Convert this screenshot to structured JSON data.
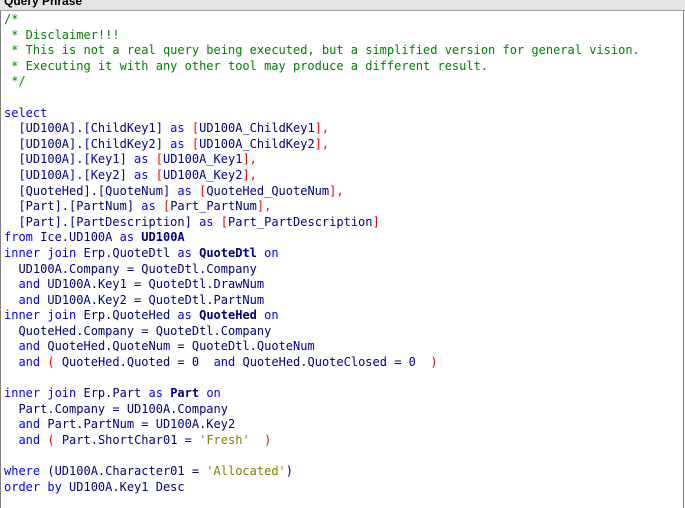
{
  "window": {
    "title": "Query Phrase"
  },
  "editor": {
    "lines": [
      [
        {
          "text": "/*",
          "type": "comment"
        }
      ],
      [
        {
          "text": " * Disclaimer!!!",
          "type": "comment"
        }
      ],
      [
        {
          "text": " * This is not a real query being executed, but a simplified version for general vision.",
          "type": "comment"
        }
      ],
      [
        {
          "text": " * Executing it with any other tool may produce a different result.",
          "type": "comment"
        }
      ],
      [
        {
          "text": " */",
          "type": "comment"
        }
      ],
      [],
      [
        {
          "text": "select",
          "type": "keyword"
        }
      ],
      [
        {
          "text": "  [UD100A].[ChildKey1] ",
          "type": "ident"
        },
        {
          "text": "as",
          "type": "keyword"
        },
        {
          "text": " ",
          "type": "plain"
        },
        {
          "text": "[",
          "type": "bracket"
        },
        {
          "text": "UD100A_ChildKey1",
          "type": "ident"
        },
        {
          "text": "],",
          "type": "bracket"
        }
      ],
      [
        {
          "text": "  [UD100A].[ChildKey2] ",
          "type": "ident"
        },
        {
          "text": "as",
          "type": "keyword"
        },
        {
          "text": " ",
          "type": "plain"
        },
        {
          "text": "[",
          "type": "bracket"
        },
        {
          "text": "UD100A_ChildKey2",
          "type": "ident"
        },
        {
          "text": "],",
          "type": "bracket"
        }
      ],
      [
        {
          "text": "  [UD100A].[Key1] ",
          "type": "ident"
        },
        {
          "text": "as",
          "type": "keyword"
        },
        {
          "text": " ",
          "type": "plain"
        },
        {
          "text": "[",
          "type": "bracket"
        },
        {
          "text": "UD100A_Key1",
          "type": "ident"
        },
        {
          "text": "],",
          "type": "bracket"
        }
      ],
      [
        {
          "text": "  [UD100A].[Key2] ",
          "type": "ident"
        },
        {
          "text": "as",
          "type": "keyword"
        },
        {
          "text": " ",
          "type": "plain"
        },
        {
          "text": "[",
          "type": "bracket"
        },
        {
          "text": "UD100A_Key2",
          "type": "ident"
        },
        {
          "text": "],",
          "type": "bracket"
        }
      ],
      [
        {
          "text": "  [QuoteHed].[QuoteNum] ",
          "type": "ident"
        },
        {
          "text": "as",
          "type": "keyword"
        },
        {
          "text": " ",
          "type": "plain"
        },
        {
          "text": "[",
          "type": "bracket"
        },
        {
          "text": "QuoteHed_QuoteNum",
          "type": "ident"
        },
        {
          "text": "],",
          "type": "bracket"
        }
      ],
      [
        {
          "text": "  [Part].[PartNum] ",
          "type": "ident"
        },
        {
          "text": "as",
          "type": "keyword"
        },
        {
          "text": " ",
          "type": "plain"
        },
        {
          "text": "[",
          "type": "bracket"
        },
        {
          "text": "Part_PartNum",
          "type": "ident"
        },
        {
          "text": "],",
          "type": "bracket"
        }
      ],
      [
        {
          "text": "  [Part].[PartDescription] ",
          "type": "ident"
        },
        {
          "text": "as",
          "type": "keyword"
        },
        {
          "text": " ",
          "type": "plain"
        },
        {
          "text": "[",
          "type": "bracket"
        },
        {
          "text": "Part_PartDescription",
          "type": "ident"
        },
        {
          "text": "]",
          "type": "bracket"
        }
      ],
      [
        {
          "text": "from",
          "type": "keyword"
        },
        {
          "text": " Ice.UD100A ",
          "type": "ident"
        },
        {
          "text": "as",
          "type": "keyword"
        },
        {
          "text": " ",
          "type": "plain"
        },
        {
          "text": "UD100A",
          "type": "bold"
        }
      ],
      [
        {
          "text": "inner join",
          "type": "keyword"
        },
        {
          "text": " Erp.QuoteDtl ",
          "type": "ident"
        },
        {
          "text": "as",
          "type": "keyword"
        },
        {
          "text": " ",
          "type": "plain"
        },
        {
          "text": "QuoteDtl",
          "type": "bold"
        },
        {
          "text": " ",
          "type": "plain"
        },
        {
          "text": "on",
          "type": "keyword"
        }
      ],
      [
        {
          "text": "  UD100A.Company = QuoteDtl.Company",
          "type": "ident"
        }
      ],
      [
        {
          "text": "  ",
          "type": "plain"
        },
        {
          "text": "and",
          "type": "keyword"
        },
        {
          "text": " UD100A.Key1 = QuoteDtl.DrawNum",
          "type": "ident"
        }
      ],
      [
        {
          "text": "  ",
          "type": "plain"
        },
        {
          "text": "and",
          "type": "keyword"
        },
        {
          "text": " UD100A.Key2 = QuoteDtl.PartNum",
          "type": "ident"
        }
      ],
      [
        {
          "text": "inner join",
          "type": "keyword"
        },
        {
          "text": " Erp.QuoteHed ",
          "type": "ident"
        },
        {
          "text": "as",
          "type": "keyword"
        },
        {
          "text": " ",
          "type": "plain"
        },
        {
          "text": "QuoteHed",
          "type": "bold"
        },
        {
          "text": " ",
          "type": "plain"
        },
        {
          "text": "on",
          "type": "keyword"
        }
      ],
      [
        {
          "text": "  QuoteHed.Company = QuoteDtl.Company",
          "type": "ident"
        }
      ],
      [
        {
          "text": "  ",
          "type": "plain"
        },
        {
          "text": "and",
          "type": "keyword"
        },
        {
          "text": " QuoteHed.QuoteNum = QuoteDtl.QuoteNum",
          "type": "ident"
        }
      ],
      [
        {
          "text": "  ",
          "type": "plain"
        },
        {
          "text": "and",
          "type": "keyword"
        },
        {
          "text": " ",
          "type": "plain"
        },
        {
          "text": "(",
          "type": "bracket"
        },
        {
          "text": " QuoteHed.Quoted = 0  ",
          "type": "ident"
        },
        {
          "text": "and",
          "type": "keyword"
        },
        {
          "text": " QuoteHed.QuoteClosed = 0  ",
          "type": "ident"
        },
        {
          "text": ")",
          "type": "bracket"
        }
      ],
      [],
      [
        {
          "text": "inner join",
          "type": "keyword"
        },
        {
          "text": " Erp.Part ",
          "type": "ident"
        },
        {
          "text": "as",
          "type": "keyword"
        },
        {
          "text": " ",
          "type": "plain"
        },
        {
          "text": "Part",
          "type": "bold"
        },
        {
          "text": " ",
          "type": "plain"
        },
        {
          "text": "on",
          "type": "keyword"
        }
      ],
      [
        {
          "text": "  Part.Company = UD100A.Company",
          "type": "ident"
        }
      ],
      [
        {
          "text": "  ",
          "type": "plain"
        },
        {
          "text": "and",
          "type": "keyword"
        },
        {
          "text": " Part.PartNum = UD100A.Key2",
          "type": "ident"
        }
      ],
      [
        {
          "text": "  ",
          "type": "plain"
        },
        {
          "text": "and",
          "type": "keyword"
        },
        {
          "text": " ",
          "type": "plain"
        },
        {
          "text": "(",
          "type": "bracket"
        },
        {
          "text": " Part.ShortChar01 = ",
          "type": "ident"
        },
        {
          "text": "'Fresh'",
          "type": "string"
        },
        {
          "text": "  ",
          "type": "plain"
        },
        {
          "text": ")",
          "type": "bracket"
        }
      ],
      [],
      [
        {
          "text": "where",
          "type": "keyword"
        },
        {
          "text": " (UD100A.Character01 = ",
          "type": "ident"
        },
        {
          "text": "'Allocated'",
          "type": "string"
        },
        {
          "text": ")",
          "type": "ident"
        }
      ],
      [
        {
          "text": "order by",
          "type": "keyword"
        },
        {
          "text": " UD100A.Key1 Desc",
          "type": "ident"
        }
      ]
    ]
  }
}
